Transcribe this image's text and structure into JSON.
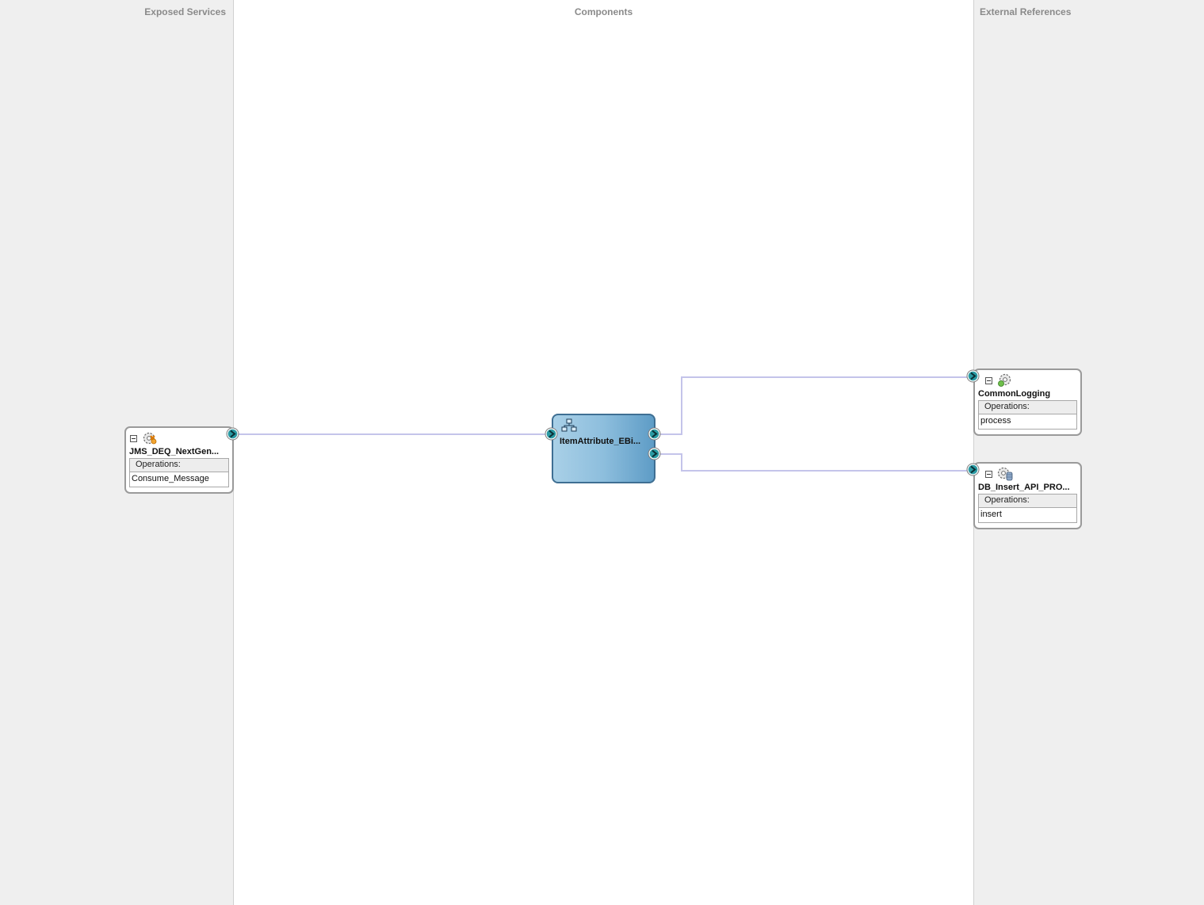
{
  "lanes": {
    "exposed_services": "Exposed Services",
    "components": "Components",
    "external_references": "External References"
  },
  "services": [
    {
      "name": "JMS_DEQ_NextGen...",
      "operations_label": "Operations:",
      "operations": [
        "Consume_Message"
      ],
      "icon": "jms-adapter-gear-icon"
    }
  ],
  "component": {
    "name": "ItemAttribute_EBi...",
    "icon": "mediator-hierarchy-icon"
  },
  "references": [
    {
      "name": "CommonLogging",
      "operations_label": "Operations:",
      "operations": [
        "process"
      ],
      "icon": "soap-service-gear-icon"
    },
    {
      "name": "DB_Insert_API_PRO...",
      "operations_label": "Operations:",
      "operations": [
        "insert"
      ],
      "icon": "database-adapter-icon"
    }
  ],
  "colors": {
    "wire": "#c4c4ea",
    "port": "#2a9aa3",
    "component_fill": "#8dbedd",
    "component_border": "#3f6f93",
    "lane_background": "#efefef"
  }
}
